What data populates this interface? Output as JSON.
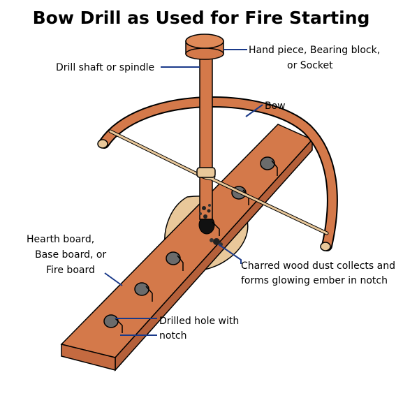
{
  "title": "Bow Drill as Used for Fire Starting",
  "labels": {
    "hand_piece": [
      "Hand piece, Bearing block,",
      "or Socket"
    ],
    "drill_shaft": "Drill shaft or spindle",
    "bow": "Bow",
    "hearth": [
      "Hearth board,",
      "Base board, or",
      "Fire board"
    ],
    "charred": [
      "Charred wood dust collects and",
      "forms glowing ember in notch"
    ],
    "drilled_hole": [
      "Drilled hole with",
      "notch"
    ]
  },
  "colors": {
    "wood": "#d4794a",
    "wood_dark": "#b5603a",
    "disk": "#e9c89a",
    "leader": "#1a3a8a",
    "outline": "#000000",
    "hole": "#6b6b6b"
  }
}
